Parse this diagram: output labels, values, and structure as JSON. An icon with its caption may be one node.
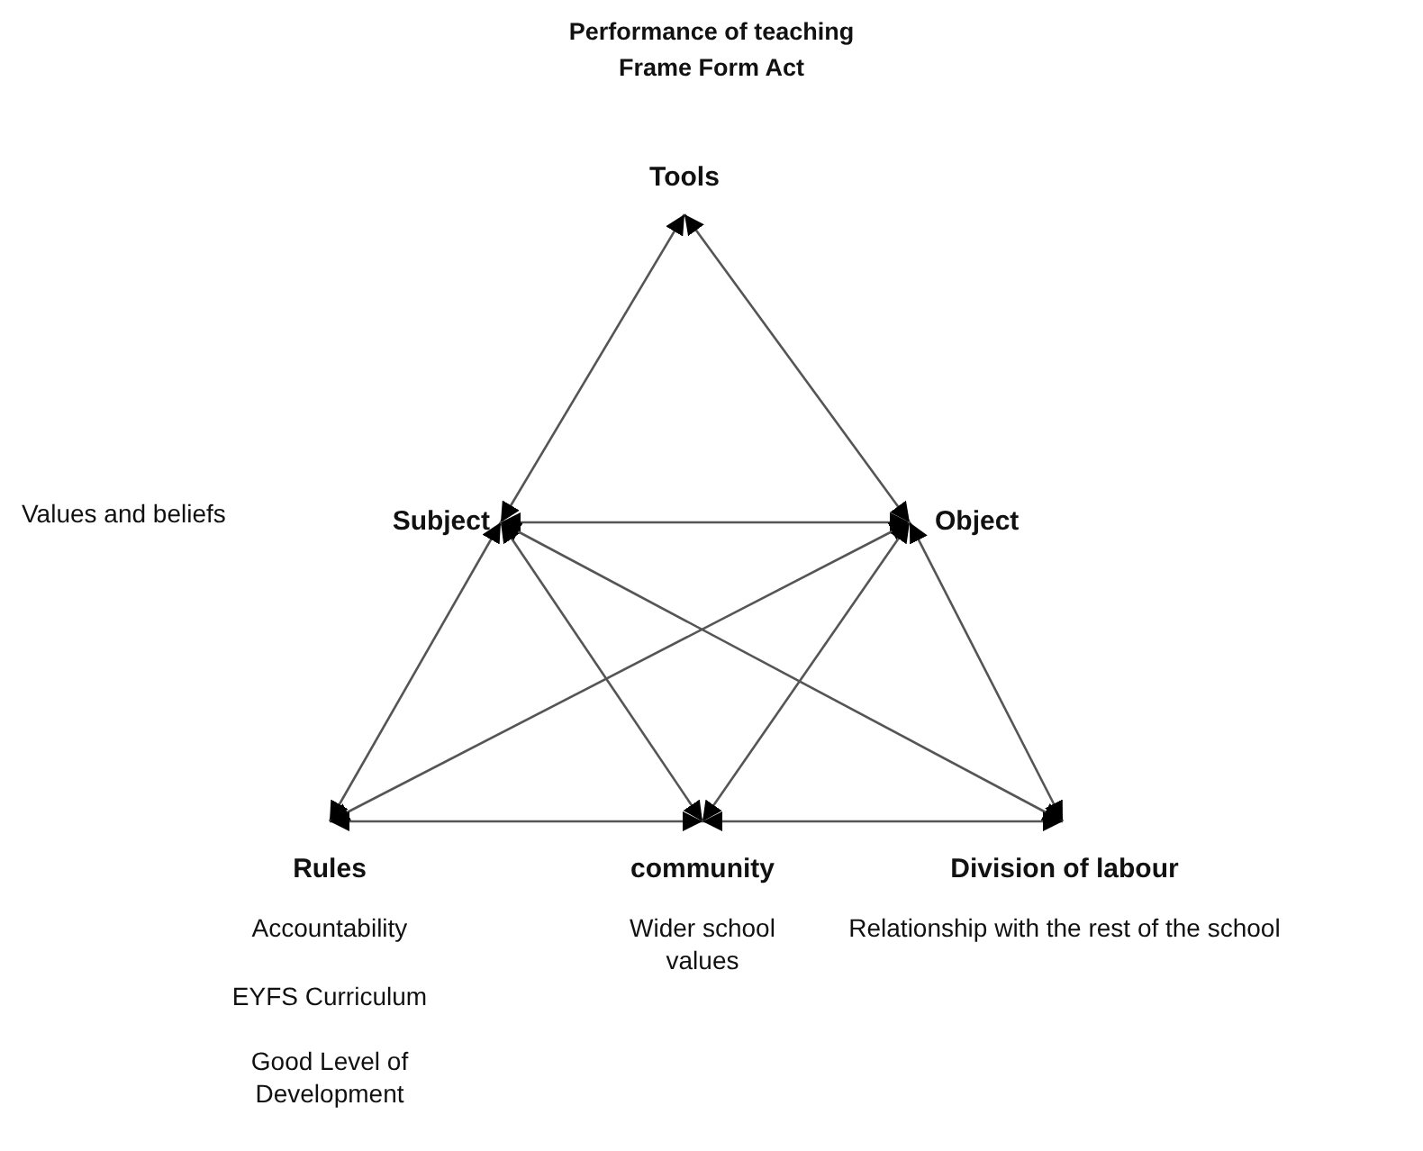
{
  "diagram": {
    "title": "Performance of teaching Frame Form Act",
    "nodes": [
      {
        "text": [
          "Tools"
        ]
      },
      {
        "text": [
          "Subject"
        ]
      },
      {
        "text": [
          "Object"
        ]
      },
      {
        "text": [
          "Rules",
          "Accountability",
          "EYFS Curriculum",
          "Good Level of Development"
        ]
      },
      {
        "text": [
          "community",
          "Wider school values"
        ]
      },
      {
        "text": [
          "Division of labour",
          "Relationship with the rest of the school"
        ]
      }
    ],
    "edges": [
      {
        "from": 0,
        "to": 1,
        "arrow": "both"
      },
      {
        "from": 0,
        "to": 2,
        "arrow": "both"
      },
      {
        "from": 1,
        "to": 2,
        "arrow": "both"
      },
      {
        "from": 1,
        "to": 3,
        "arrow": "both"
      },
      {
        "from": 1,
        "to": 4,
        "arrow": "both"
      },
      {
        "from": 1,
        "to": 5,
        "arrow": "both"
      },
      {
        "from": 2,
        "to": 3,
        "arrow": "both"
      },
      {
        "from": 2,
        "to": 4,
        "arrow": "both"
      },
      {
        "from": 2,
        "to": 5,
        "arrow": "both"
      },
      {
        "from": 3,
        "to": 4,
        "arrow": "both"
      },
      {
        "from": 4,
        "to": 5,
        "arrow": "both"
      }
    ],
    "labels": [
      "Values and beliefs"
    ]
  }
}
